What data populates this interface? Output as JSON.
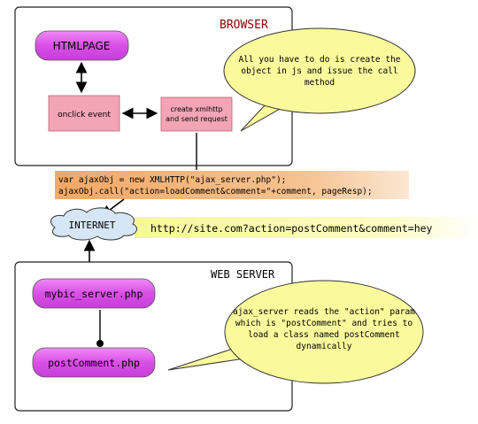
{
  "browser": {
    "title": "BROWSER",
    "htmlpage": "HTMLPAGE",
    "onclick": "onclick event",
    "create_line1": "create xmlhttp",
    "create_line2": "and send request",
    "bubble": [
      "All you have to do is create the",
      "object in js and issue the call",
      "method"
    ]
  },
  "code": {
    "line1": "var ajaxObj = new XMLHTTP(\"ajax_server.php\");",
    "line2": "ajaxObj.call(\"action=loadComment&comment=\"+comment, pageResp);"
  },
  "internet": {
    "label": "INTERNET",
    "url": "http://site.com?action=postComment&comment=hey"
  },
  "server": {
    "title": "WEB SERVER",
    "node1": "mybic_server.php",
    "node2": "postComment.php",
    "bubble": [
      "ajax_server reads the \"action\" param",
      "which is \"postComment\" and tries to",
      "load a class named postComment",
      "dynamically"
    ]
  },
  "colors": {
    "purple": "#d94fe6",
    "pink_box": "#f3a5b5",
    "code_bg": "#f3b26f",
    "bubble": "#fafa9c",
    "cloud": "#d6e6f6",
    "url_band": "#f8f8ad"
  }
}
